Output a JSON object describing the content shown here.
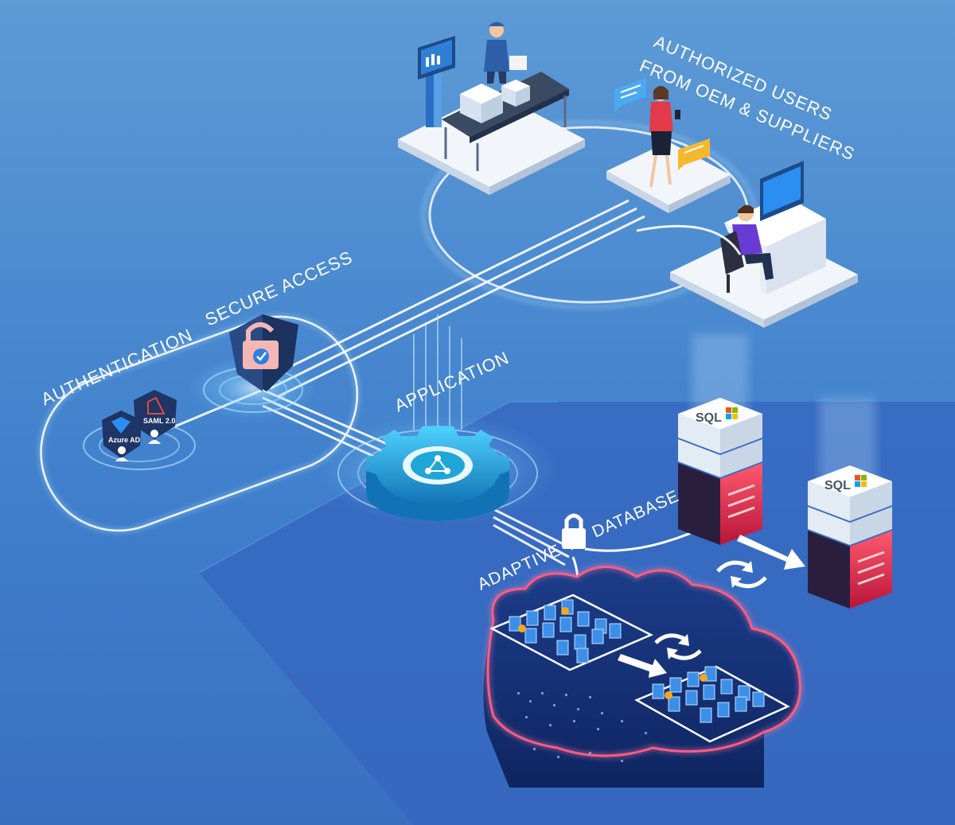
{
  "labels": {
    "authorized_users_line1": "AUTHORIZED USERS",
    "authorized_users_line2": "FROM OEM & SUPPLIERS",
    "secure_access": "SECURE ACCESS",
    "authentication": "AUTHENTICATION",
    "application": "APPLICATION",
    "database": "DATABASE",
    "adaptive": "ADAPTIVE"
  },
  "badges": {
    "azure_ad": "Azure AD",
    "saml": "SAML 2.0"
  },
  "servers": {
    "server1_label": "SQL",
    "server2_label": "SQL"
  },
  "colors": {
    "background_top": "#5d9ad6",
    "background_bottom": "#3a6fc0",
    "glow": "#bfe9ff",
    "gear": "#1fa6d6",
    "shield": "#223a6b",
    "server_red": "#e8384f",
    "cloud_outline": "#ff4d7a"
  },
  "icons": [
    "monitor-icon",
    "worker-icon",
    "phone-user-icon",
    "chat-icon",
    "desk-user-icon",
    "shield-lock-icon",
    "azure-badge-icon",
    "saml-badge-icon",
    "gear-icon",
    "lock-icon",
    "sql-server-icon",
    "sync-icon",
    "cloud-icon",
    "arrow-icon"
  ]
}
